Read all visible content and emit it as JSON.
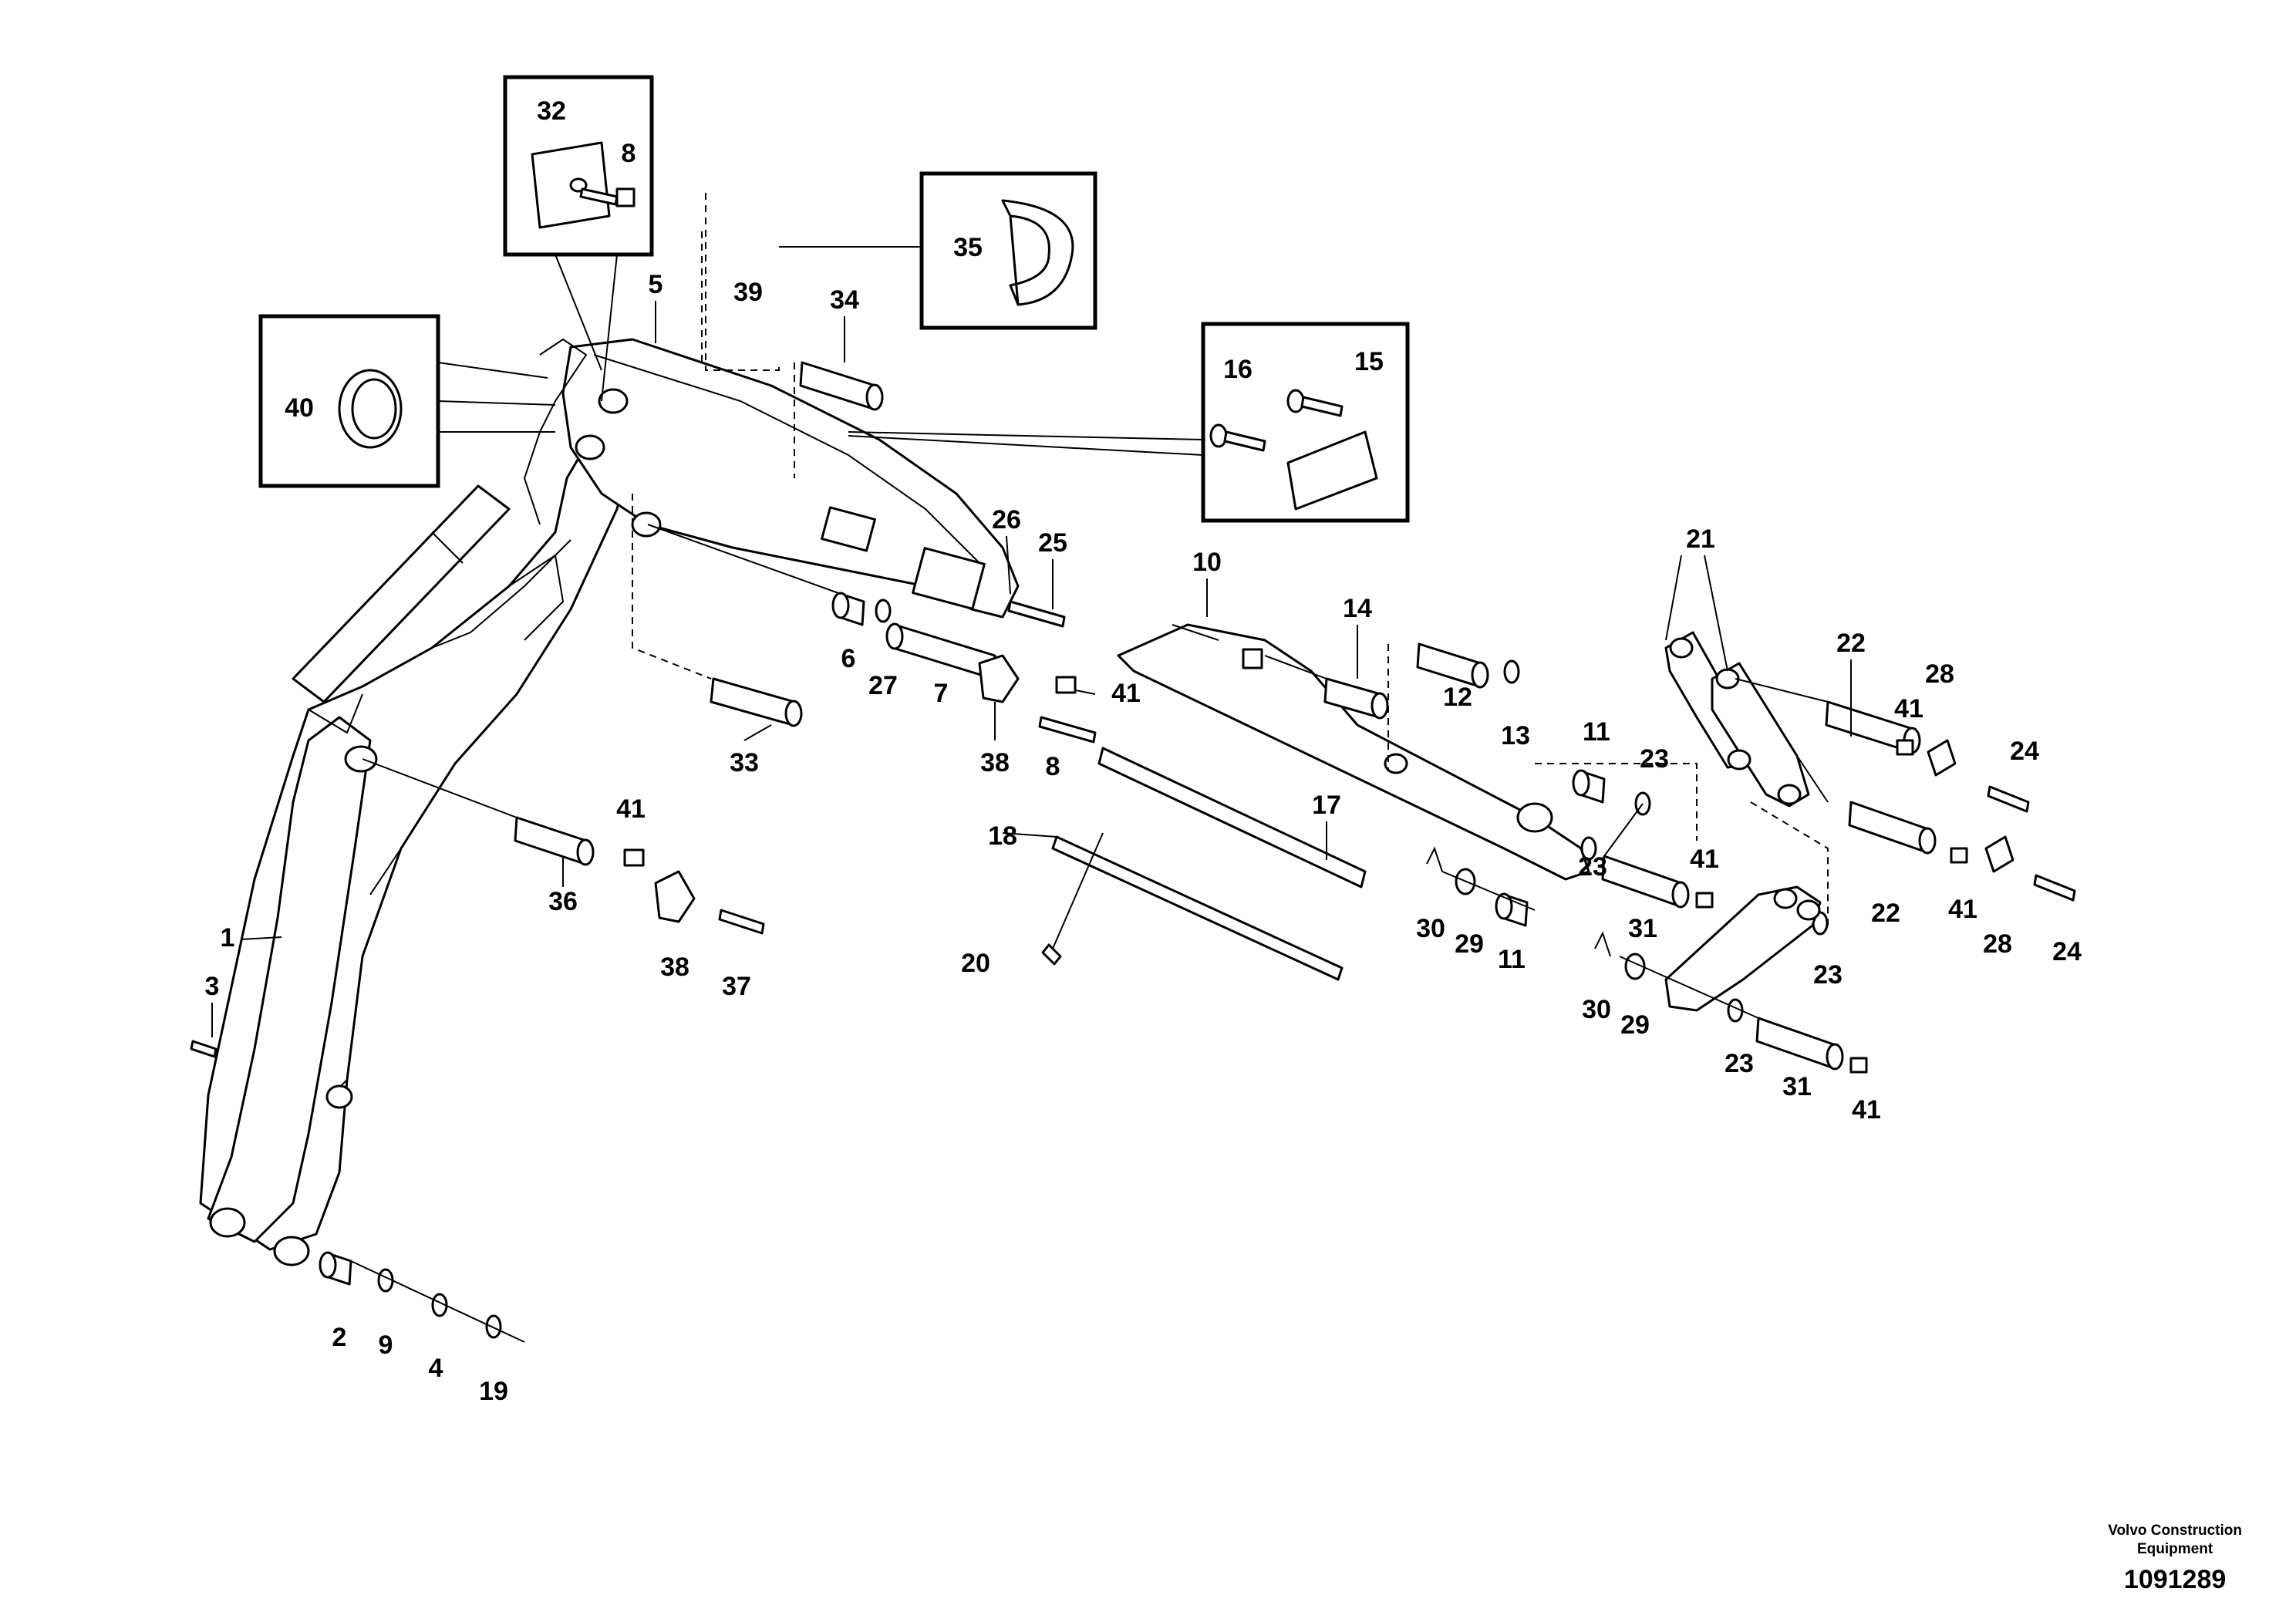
{
  "footer": {
    "brand_line1": "Volvo Construction",
    "brand_line2": "Equipment",
    "drawing_number": "1091289"
  },
  "callouts": [
    {
      "id": "c1",
      "label": "1"
    },
    {
      "id": "c2",
      "label": "2"
    },
    {
      "id": "c3",
      "label": "3"
    },
    {
      "id": "c4",
      "label": "4"
    },
    {
      "id": "c5",
      "label": "5"
    },
    {
      "id": "c6",
      "label": "6"
    },
    {
      "id": "c7",
      "label": "7"
    },
    {
      "id": "c8a",
      "label": "8"
    },
    {
      "id": "c8b",
      "label": "8"
    },
    {
      "id": "c9",
      "label": "9"
    },
    {
      "id": "c10",
      "label": "10"
    },
    {
      "id": "c11a",
      "label": "11"
    },
    {
      "id": "c11b",
      "label": "11"
    },
    {
      "id": "c12",
      "label": "12"
    },
    {
      "id": "c13",
      "label": "13"
    },
    {
      "id": "c14",
      "label": "14"
    },
    {
      "id": "c15",
      "label": "15"
    },
    {
      "id": "c16",
      "label": "16"
    },
    {
      "id": "c17",
      "label": "17"
    },
    {
      "id": "c18",
      "label": "18"
    },
    {
      "id": "c19",
      "label": "19"
    },
    {
      "id": "c20",
      "label": "20"
    },
    {
      "id": "c21",
      "label": "21"
    },
    {
      "id": "c22a",
      "label": "22"
    },
    {
      "id": "c22b",
      "label": "22"
    },
    {
      "id": "c23a",
      "label": "23"
    },
    {
      "id": "c23b",
      "label": "23"
    },
    {
      "id": "c23c",
      "label": "23"
    },
    {
      "id": "c23d",
      "label": "23"
    },
    {
      "id": "c24a",
      "label": "24"
    },
    {
      "id": "c24b",
      "label": "24"
    },
    {
      "id": "c25",
      "label": "25"
    },
    {
      "id": "c26",
      "label": "26"
    },
    {
      "id": "c27",
      "label": "27"
    },
    {
      "id": "c28a",
      "label": "28"
    },
    {
      "id": "c28b",
      "label": "28"
    },
    {
      "id": "c29a",
      "label": "29"
    },
    {
      "id": "c29b",
      "label": "29"
    },
    {
      "id": "c30a",
      "label": "30"
    },
    {
      "id": "c30b",
      "label": "30"
    },
    {
      "id": "c31a",
      "label": "31"
    },
    {
      "id": "c31b",
      "label": "31"
    },
    {
      "id": "c32",
      "label": "32"
    },
    {
      "id": "c33",
      "label": "33"
    },
    {
      "id": "c34",
      "label": "34"
    },
    {
      "id": "c35",
      "label": "35"
    },
    {
      "id": "c36",
      "label": "36"
    },
    {
      "id": "c37",
      "label": "37"
    },
    {
      "id": "c38a",
      "label": "38"
    },
    {
      "id": "c38b",
      "label": "38"
    },
    {
      "id": "c39",
      "label": "39"
    },
    {
      "id": "c40",
      "label": "40"
    },
    {
      "id": "c41a",
      "label": "41"
    },
    {
      "id": "c41b",
      "label": "41"
    },
    {
      "id": "c41c",
      "label": "41"
    },
    {
      "id": "c41d",
      "label": "41"
    },
    {
      "id": "c41e",
      "label": "41"
    },
    {
      "id": "c41f",
      "label": "41"
    }
  ]
}
